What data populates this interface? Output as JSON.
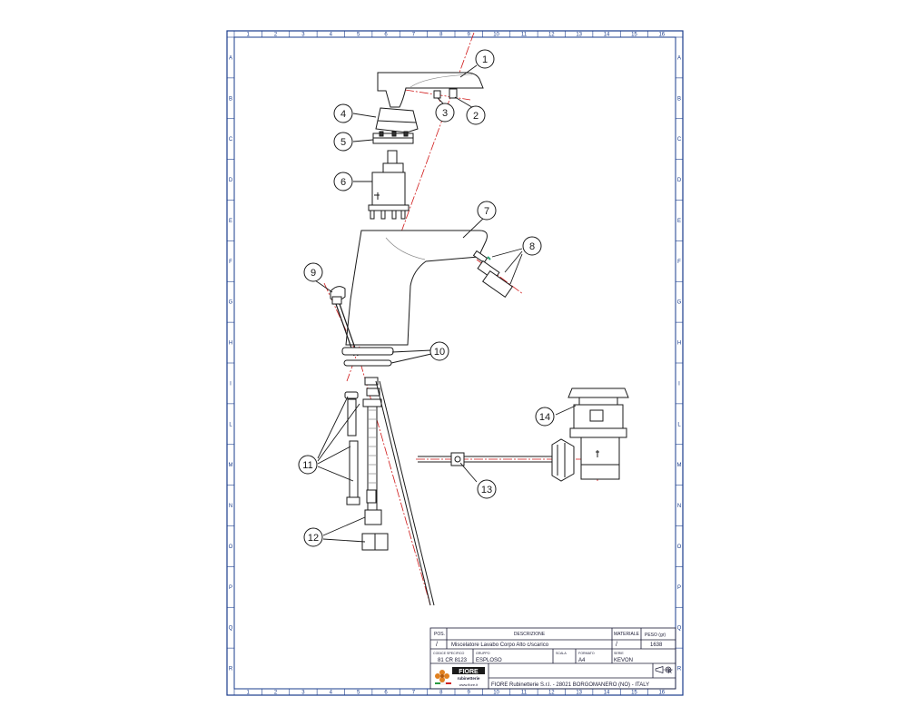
{
  "drawing": {
    "column_numbers": [
      "1",
      "2",
      "3",
      "4",
      "5",
      "6",
      "7",
      "8",
      "9",
      "10",
      "11",
      "12",
      "13",
      "14",
      "15",
      "16"
    ],
    "row_letters": [
      "A",
      "B",
      "C",
      "D",
      "E",
      "F",
      "G",
      "H",
      "I",
      "L",
      "M",
      "N",
      "O",
      "P",
      "Q",
      "R"
    ],
    "callouts": [
      "1",
      "2",
      "3",
      "4",
      "5",
      "6",
      "7",
      "8",
      "9",
      "10",
      "11",
      "12",
      "13",
      "14"
    ]
  },
  "title_block": {
    "pos_label": "POS.",
    "pos_value": "/",
    "descrizione_label": "DESCRIZIONE",
    "descrizione_value": "Miscelatore Lavabo Corpo Alto c/scarico",
    "materiale_label": "MATERIALE",
    "materiale_value": "/",
    "peso_label": "PESO (gr)",
    "peso_value": "1638",
    "codice_label": "CODICE SPECIFICO",
    "codice_value": "81 CR 8123",
    "gruppo_label": "GRUPPO",
    "gruppo_value": "ESPLOSO",
    "scala_label": "SCALA",
    "formato_label": "FORMATO",
    "formato_value": "A4",
    "serie_label": "SERIE",
    "serie_value": "KEVON",
    "logo_brand": "FIORE",
    "logo_brand_sub": "rubinetterie",
    "logo_web": "www.fiore.it",
    "company": "FIORE Rubinetterie S.r.l. - 28021 BORGOMANERO (NO) - ITALY",
    "r_mark": "R"
  },
  "colors": {
    "frame": "#1a3c8c",
    "line": "#1a1a1a",
    "axis": "#d01818",
    "accent": "#e08020"
  }
}
